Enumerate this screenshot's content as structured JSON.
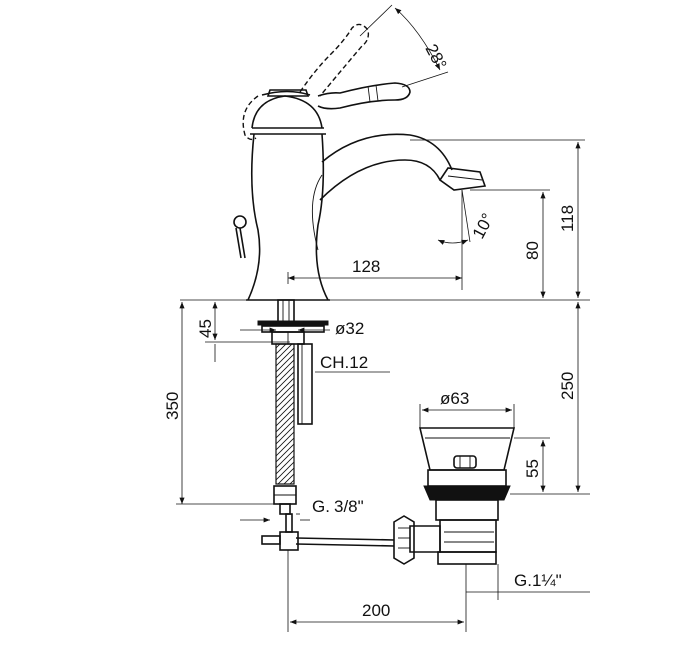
{
  "dimensions": {
    "angle_lever": "28°",
    "angle_spout": "10°",
    "spout_reach": "128",
    "height_80": "80",
    "height_118": "118",
    "height_45": "45",
    "diameter_32": "ø32",
    "hex_ch": "CH.12",
    "height_350": "350",
    "height_250": "250",
    "diameter_63": "ø63",
    "height_55": "55",
    "thread_g38_prefix": "G.",
    "thread_g38_frac": "3/8\"",
    "thread_g114": "G.1¼\"",
    "width_200": "200"
  }
}
